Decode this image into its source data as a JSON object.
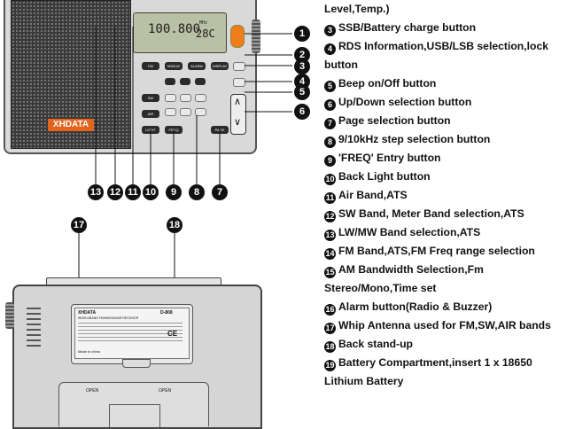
{
  "legend": [
    {
      "num": "",
      "text": "Level,Temp.)"
    },
    {
      "num": "3",
      "text": "SSB/Battery charge button"
    },
    {
      "num": "4",
      "text": "RDS Information,USB/LSB selection,lock"
    },
    {
      "num": "",
      "text": "button"
    },
    {
      "num": "5",
      "text": "Beep on/Off button"
    },
    {
      "num": "6",
      "text": "Up/Down selection button"
    },
    {
      "num": "7",
      "text": "Page selection button"
    },
    {
      "num": "8",
      "text": "9/10kHz step selection button"
    },
    {
      "num": "9",
      "text": "'FREQ' Entry button"
    },
    {
      "num": "10",
      "text": "Back Light button"
    },
    {
      "num": "11",
      "text": "Air Band,ATS"
    },
    {
      "num": "12",
      "text": "SW Band, Meter Band selection,ATS"
    },
    {
      "num": "13",
      "text": "LW/MW Band selection,ATS"
    },
    {
      "num": "14",
      "text": "FM Band,ATS,FM Freq range selection"
    },
    {
      "num": "15",
      "text": "AM Bandwidth Selection,Fm"
    },
    {
      "num": "",
      "text": "Stereo/Mono,Time set"
    },
    {
      "num": "16",
      "text": "Alarm button(Radio & Buzzer)"
    },
    {
      "num": "17",
      "text": "Whip Antenna used for FM,SW,AIR bands"
    },
    {
      "num": "18",
      "text": "Back stand-up"
    },
    {
      "num": "19",
      "text": "Battery Compartment,insert 1 x 18650"
    },
    {
      "num": "",
      "text": "Lithium Battery"
    }
  ],
  "front": {
    "brand": "XHDATA",
    "display_freq": "100.800",
    "display_unit": "MHz",
    "display_temp": "28C",
    "button_labels": {
      "fm": "FM",
      "mw": "MW/LW",
      "alarm": "ALARM",
      "display": "DISPLAY",
      "sw": "SW",
      "air": "AIR",
      "light": "LIGHT",
      "freq": "FREQ",
      "page": "PAGE"
    },
    "right_callouts": [
      "1",
      "2",
      "3",
      "4",
      "5",
      "6"
    ],
    "bottom_callouts": [
      "13",
      "12",
      "11",
      "10",
      "9",
      "8",
      "7"
    ]
  },
  "back": {
    "callouts": [
      "17",
      "18"
    ],
    "brand": "XHDATA",
    "model": "D-808",
    "subtitle": "WORLDBAND FM/MW/SW/AIR RECEIVER",
    "made_in": "Made in china",
    "open_labels": [
      "OPEN",
      "OPEN"
    ]
  }
}
